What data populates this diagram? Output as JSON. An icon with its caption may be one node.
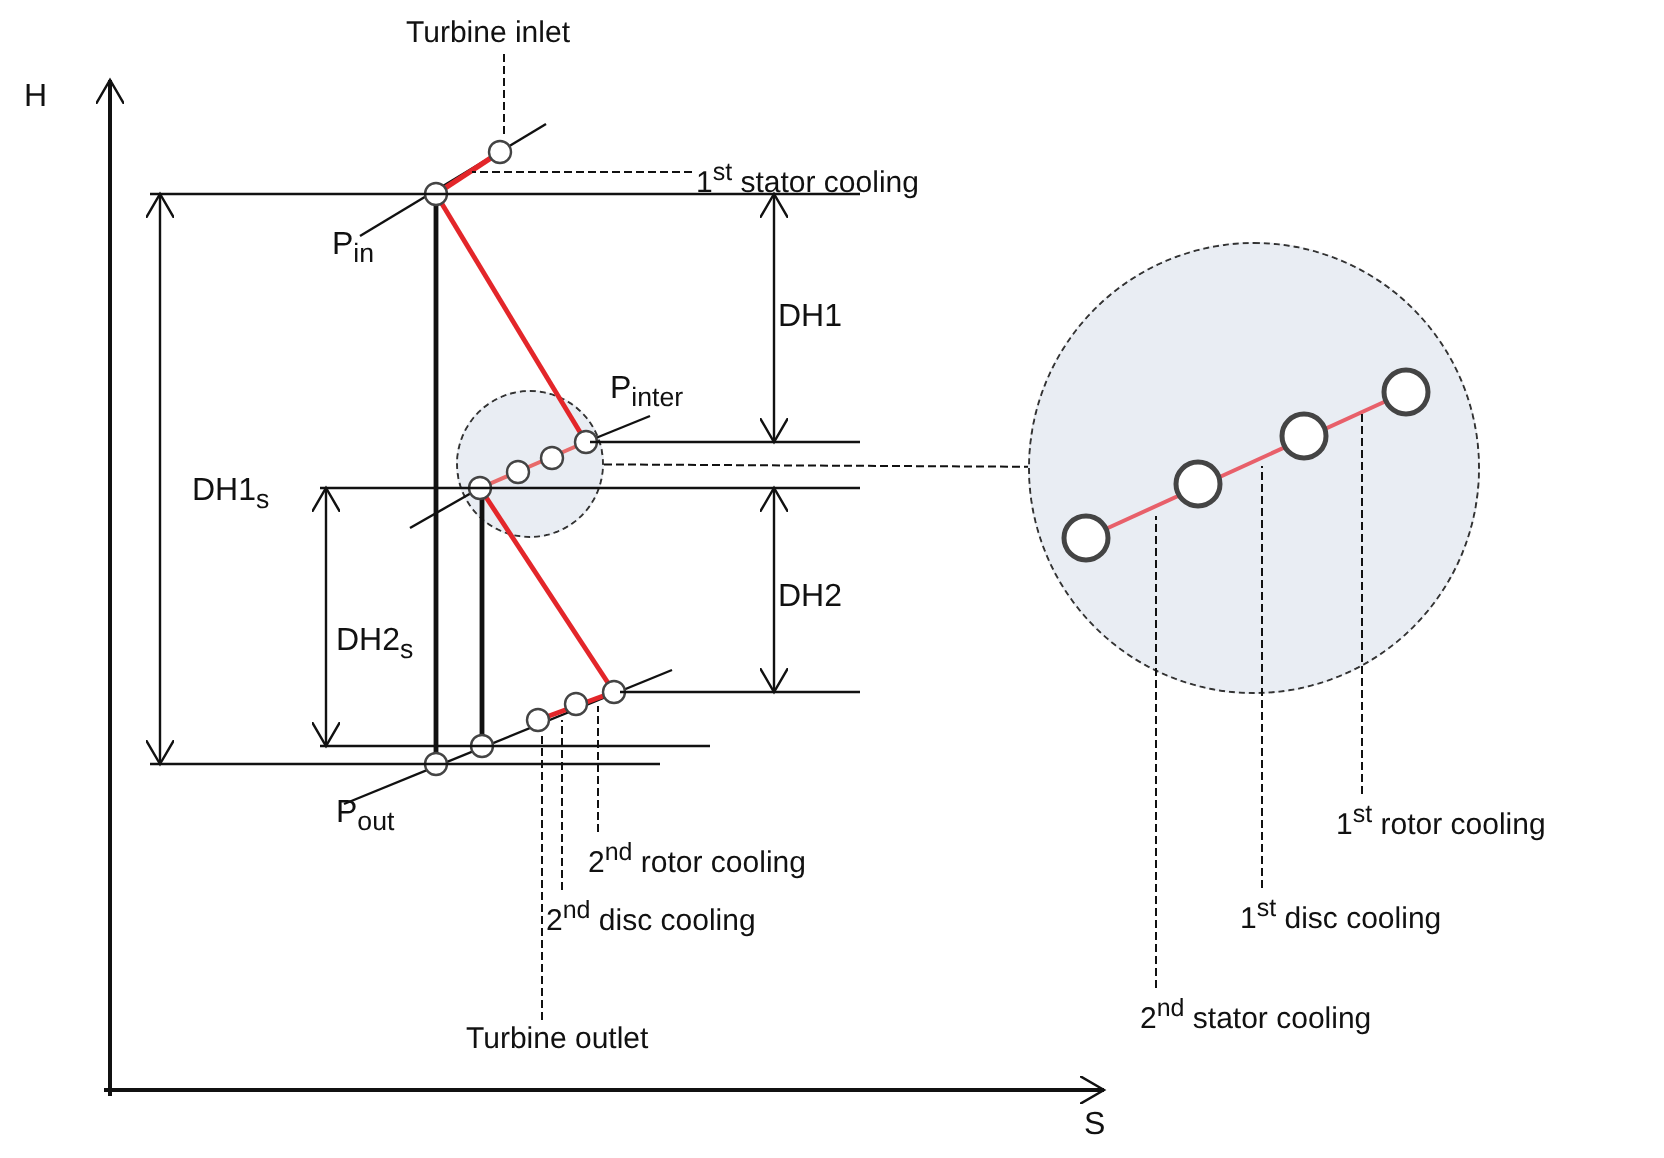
{
  "diagram": {
    "nodes": [
      {
        "text": [
          "Turbine inlet"
        ]
      },
      {
        "text": [
          "1$^{st}$ stator cooling"
        ]
      },
      {
        "text": [],
        "shape": "circle"
      },
      {
        "text": [],
        "shape": "circle"
      },
      {
        "text": [
          "2$^{nd}$ rotor cooling"
        ]
      },
      {
        "text": [
          "1$^{st}$ rotor cooling"
        ]
      },
      {
        "text": [
          "2$^{nd}$ disc cooling"
        ]
      },
      {
        "text": [
          "1$^{st}$ disc cooling"
        ]
      },
      {
        "text": [
          "Turbine outlet"
        ]
      },
      {
        "text": [
          "2$^{nd}$ stator cooling"
        ]
      }
    ],
    "edges": [
      {
        "from": 0,
        "to": null,
        "arrow": "none",
        "style": "dashed"
      },
      {
        "from": 1,
        "to": null,
        "arrow": "none",
        "style": "dashed"
      },
      {
        "from": 2,
        "to": 3,
        "arrow": "none",
        "style": "dashed"
      },
      {
        "from": 4,
        "to": null,
        "arrow": "none",
        "style": "dashed"
      },
      {
        "from": 5,
        "to": 3,
        "arrow": "none",
        "style": "dashed"
      },
      {
        "from": 6,
        "to": null,
        "arrow": "none",
        "style": "dashed"
      },
      {
        "from": 7,
        "to": 3,
        "arrow": "none",
        "style": "dashed"
      },
      {
        "from": 8,
        "to": null,
        "arrow": "none",
        "style": "dashed"
      },
      {
        "from": 9,
        "to": 3,
        "arrow": "none",
        "style": "dashed"
      }
    ],
    "labels": [
      "H",
      "P$_{in}$",
      "DH1",
      "P$_{inter}$",
      "DH1$_{s}$",
      "DH2$_{s}$",
      "DH2",
      "P$_{out}$",
      "S"
    ]
  }
}
